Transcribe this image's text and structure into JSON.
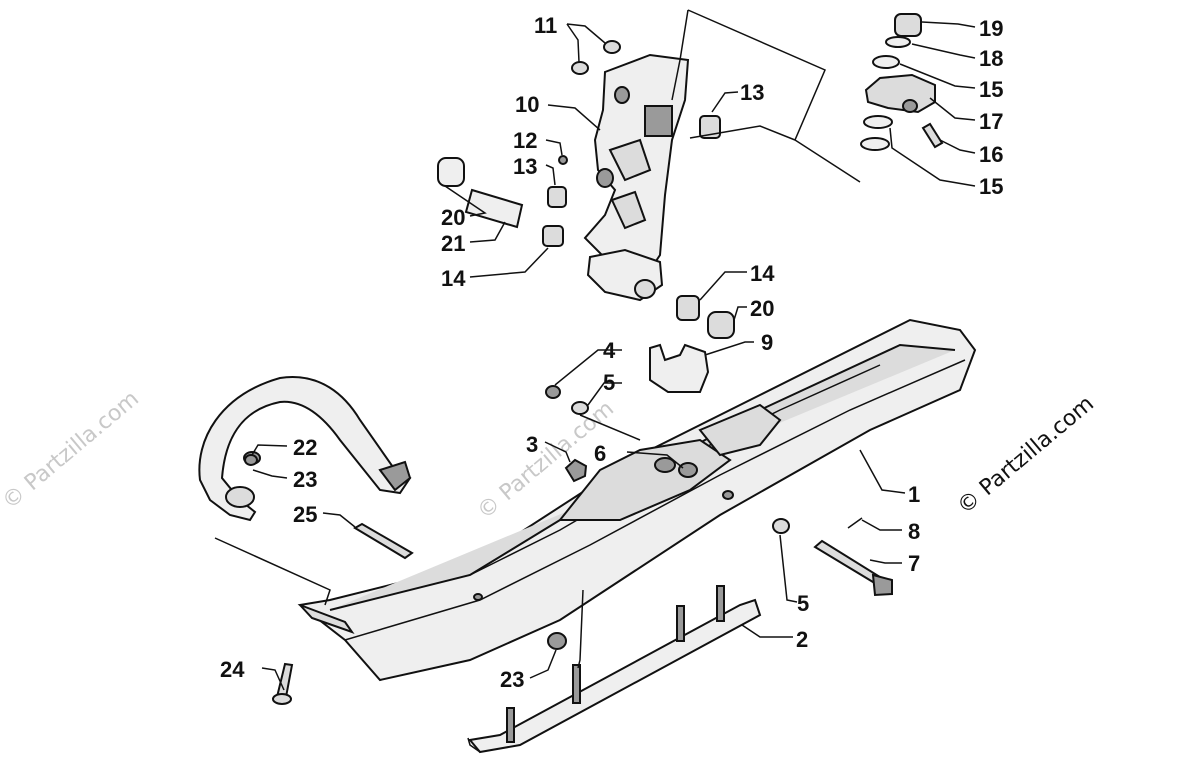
{
  "diagram": {
    "callouts": [
      "1",
      "2",
      "3",
      "4",
      "5",
      "5",
      "6",
      "7",
      "8",
      "9",
      "10",
      "11",
      "12",
      "13",
      "13",
      "14",
      "14",
      "15",
      "15",
      "16",
      "17",
      "18",
      "19",
      "20",
      "20",
      "21",
      "22",
      "23",
      "23",
      "24",
      "25"
    ],
    "watermark": "© Partzilla.com"
  },
  "colors": {
    "line": "#111111",
    "part_fill": "#dcdcdc",
    "watermark_faint": "#c8c8c8"
  }
}
